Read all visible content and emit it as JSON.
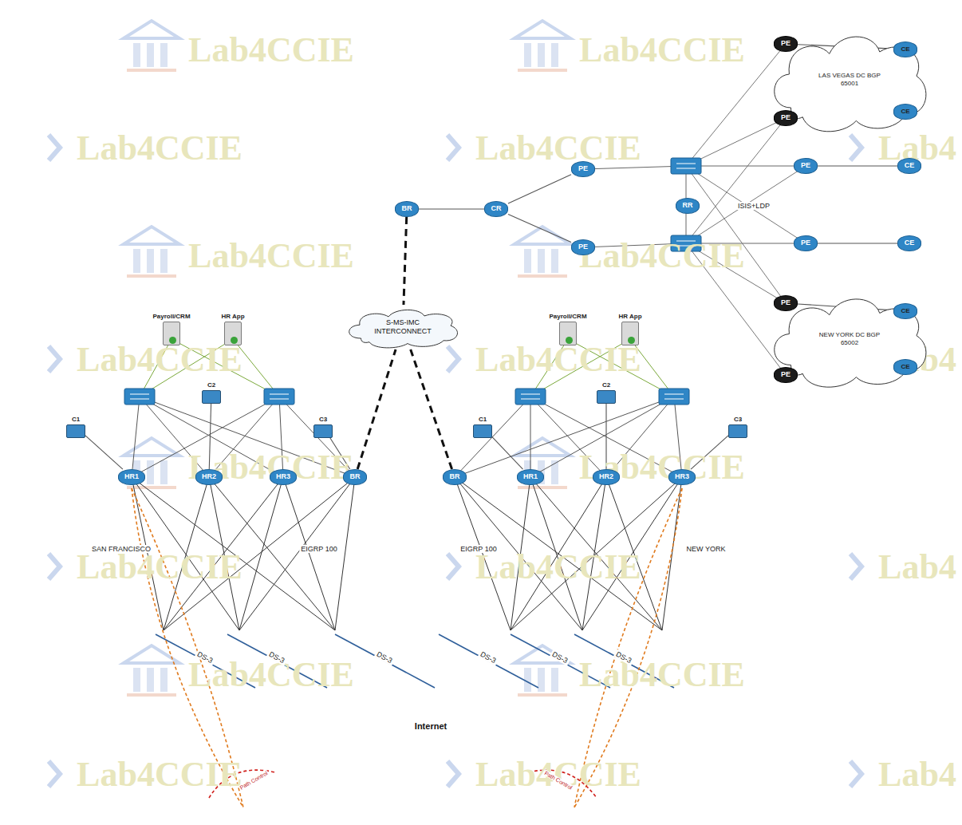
{
  "diagram": {
    "nodes": [
      {
        "text": [
          "LAS VEGAS DC BGP 65001"
        ]
      },
      {
        "text": [
          "PE"
        ]
      },
      {
        "text": [
          "CE"
        ],
        "in": 0
      },
      {
        "text": [
          "PE"
        ]
      },
      {
        "text": [
          "CE"
        ],
        "in": 0
      },
      {
        "text": [
          "PE"
        ]
      },
      {
        "text": [
          "CE"
        ]
      },
      {
        "text": [
          "PE"
        ]
      },
      {
        "text": [
          "CE"
        ]
      },
      {
        "text": [
          "NEW YORK DC BGP 65002"
        ]
      },
      {
        "text": [
          "PE"
        ]
      },
      {
        "text": [
          "CE"
        ],
        "in": 9
      },
      {
        "text": [
          "PE"
        ]
      },
      {
        "text": [
          "CE"
        ],
        "in": 9
      },
      {
        "text": [
          "BR"
        ]
      },
      {
        "text": [
          "CR"
        ]
      },
      {
        "text": [
          "PE"
        ]
      },
      {
        "text": [
          "PE"
        ]
      },
      {
        "text": [
          "RR"
        ]
      },
      {
        "text": [
          "S-MS-IMC INTERCONNECT"
        ]
      },
      {
        "text": [
          "Payroll/CRM"
        ]
      },
      {
        "text": [
          "HR App"
        ]
      },
      {
        "text": [
          "C2"
        ]
      },
      {
        "text": [
          "C1"
        ]
      },
      {
        "text": [
          "C3"
        ]
      },
      {
        "text": [
          "HR1"
        ]
      },
      {
        "text": [
          "HR2"
        ]
      },
      {
        "text": [
          "HR3"
        ]
      },
      {
        "text": [
          "BR"
        ]
      },
      {
        "text": [
          "Payroll/CRM"
        ]
      },
      {
        "text": [
          "HR App"
        ]
      },
      {
        "text": [
          "C2"
        ]
      },
      {
        "text": [
          "C1"
        ]
      },
      {
        "text": [
          "C3"
        ]
      },
      {
        "text": [
          "BR"
        ]
      },
      {
        "text": [
          "HR1"
        ]
      },
      {
        "text": [
          "HR2"
        ]
      },
      {
        "text": [
          "HR3"
        ]
      }
    ],
    "edges": [
      {
        "from": 14,
        "to": 15,
        "arrow": "none"
      },
      {
        "from": 15,
        "to": 16,
        "arrow": "none"
      },
      {
        "from": 15,
        "to": 17,
        "arrow": "none"
      },
      {
        "from": 1,
        "to": 2,
        "arrow": "none"
      },
      {
        "from": 3,
        "to": 4,
        "arrow": "none"
      },
      {
        "from": 5,
        "to": 6,
        "arrow": "none"
      },
      {
        "from": 7,
        "to": 8,
        "arrow": "none"
      },
      {
        "from": 10,
        "to": 11,
        "arrow": "none"
      },
      {
        "from": 12,
        "to": 13,
        "arrow": "none"
      },
      {
        "from": 14,
        "to": 19,
        "arrow": "none"
      },
      {
        "from": 28,
        "to": 19,
        "arrow": "none"
      },
      {
        "from": 34,
        "to": 19,
        "arrow": "none"
      },
      {
        "from": 23,
        "to": 25,
        "arrow": "none"
      },
      {
        "from": 24,
        "to": 28,
        "arrow": "none"
      },
      {
        "from": 22,
        "to": 26,
        "arrow": "none"
      },
      {
        "from": 32,
        "to": 35,
        "arrow": "none"
      },
      {
        "from": 33,
        "to": 37,
        "arrow": "none"
      },
      {
        "from": 31,
        "to": 36,
        "arrow": "none"
      }
    ],
    "labels": [
      "Lab4CCIE",
      "Lab4CCIE",
      "Lab4CCIE",
      "Lab4CCIE",
      "Lab4",
      "Lab4CCIE",
      "Lab4CCIE",
      "Lab4CCIE",
      "Lab4CCIE",
      "Lab4",
      "Lab4CCIE",
      "Lab4CCIE",
      "Lab4CCIE",
      "Lab4CCIE",
      "Lab4",
      "Lab4CCIE",
      "Lab4CCIE",
      "Lab4CCIE",
      "Lab4CCIE",
      "Lab4",
      "ISIS+LDP",
      "SAN FRANCISCO",
      "EIGRP 100",
      "EIGRP 100",
      "NEW YORK",
      "DS-3",
      "DS-3",
      "DS-3",
      "DS-3",
      "DS-3",
      "DS-3",
      "Internet",
      "Path Control",
      "Path Control"
    ]
  }
}
